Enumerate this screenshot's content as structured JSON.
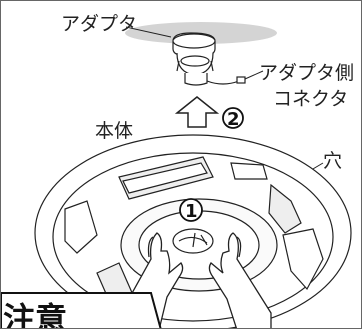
{
  "labels": {
    "adapter": "アダプタ",
    "adapter_connector_line1": "アダプタ側",
    "adapter_connector_line2": "コネクタ",
    "body": "本体",
    "hole": "穴",
    "step1": "1",
    "step2": "2",
    "caution": "注意"
  },
  "colors": {
    "ceiling": "#cfcfcf",
    "line": "#222222",
    "fill": "#ffffff",
    "shade": "#e6e6e6"
  }
}
